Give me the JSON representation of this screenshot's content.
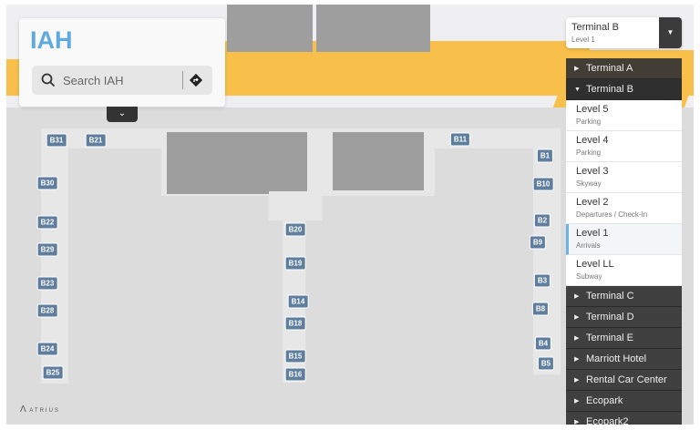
{
  "panel": {
    "title": "IAH",
    "search_placeholder": "Search IAH"
  },
  "selector": {
    "building": "Terminal B",
    "level": "Level 1"
  },
  "dropdown": {
    "before": [
      {
        "label": "Terminal A",
        "expanded": false
      },
      {
        "label": "Terminal B",
        "expanded": true
      }
    ],
    "levels": [
      {
        "name": "Level 5",
        "desc": "Parking",
        "selected": false
      },
      {
        "name": "Level 4",
        "desc": "Parking",
        "selected": false
      },
      {
        "name": "Level 3",
        "desc": "Skyway",
        "selected": false
      },
      {
        "name": "Level 2",
        "desc": "Departures / Check-In",
        "selected": false
      },
      {
        "name": "Level 1",
        "desc": "Arrivals",
        "selected": true
      },
      {
        "name": "Level LL",
        "desc": "Subway",
        "selected": false
      }
    ],
    "after": [
      {
        "label": "Terminal C"
      },
      {
        "label": "Terminal D"
      },
      {
        "label": "Terminal E"
      },
      {
        "label": "Marriott Hotel"
      },
      {
        "label": "Rental Car Center"
      },
      {
        "label": "Ecopark"
      },
      {
        "label": "Ecopark2"
      }
    ]
  },
  "gates": [
    "B31",
    "B21",
    "B30",
    "B22",
    "B29",
    "B23",
    "B28",
    "B24",
    "B25",
    "B20",
    "B19",
    "B14",
    "B18",
    "B15",
    "B16",
    "B11",
    "B1",
    "B10",
    "B2",
    "B9",
    "B3",
    "B8",
    "B4",
    "B5"
  ],
  "logo": "ATRIUS",
  "colors": {
    "accent": "#5ea9de",
    "road": "#f8c04a",
    "gate": "#5f7e9e"
  }
}
